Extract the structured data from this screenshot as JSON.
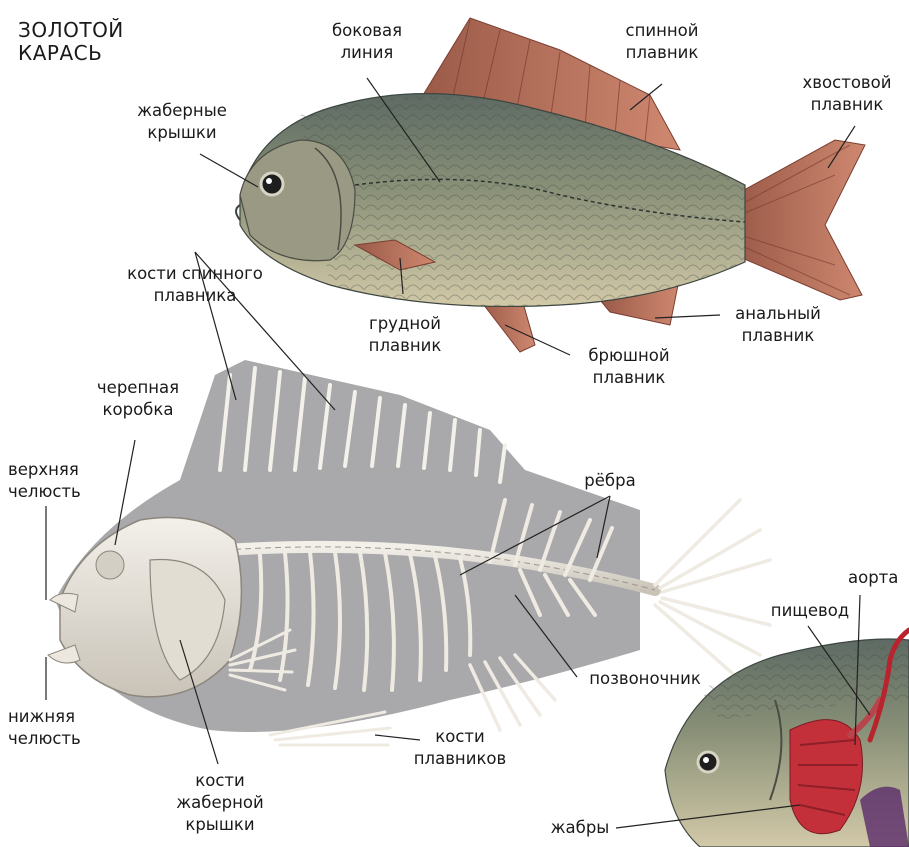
{
  "title": [
    "ЗОЛОТОЙ",
    "КАРАСЬ"
  ],
  "labels": {
    "lateral_line": [
      "боковая",
      "линия"
    ],
    "dorsal_fin": [
      "спинной",
      "плавник"
    ],
    "caudal_fin": [
      "хвостовой",
      "плавник"
    ],
    "gill_covers": [
      "жаберные",
      "крышки"
    ],
    "dorsal_fin_bones": [
      "кости спинного",
      "плавника"
    ],
    "pectoral_fin": [
      "грудной",
      "плавник"
    ],
    "anal_fin": [
      "анальный",
      "плавник"
    ],
    "pelvic_fin": [
      "брюшной",
      "плавник"
    ],
    "skull": [
      "черепная",
      "коробка"
    ],
    "upper_jaw": [
      "верхняя",
      "челюсть"
    ],
    "ribs": [
      "рёбра"
    ],
    "aorta": [
      "аорта"
    ],
    "esophagus": [
      "пищевод"
    ],
    "spine": [
      "позвоночник"
    ],
    "lower_jaw": [
      "нижняя",
      "челюсть"
    ],
    "fin_bones": [
      "кости",
      "плавников"
    ],
    "gill_cover_bones": [
      "кости",
      "жаберной",
      "крышки"
    ],
    "gills": [
      "жабры"
    ]
  },
  "colors": {
    "body": "#8a9178",
    "body_dark": "#5f6a66",
    "belly": "#c9c2a2",
    "fin": "#b86a50",
    "bone": "#ece8df",
    "bone_shadow": "#b9b3a8",
    "backdrop": "#a9a9ab",
    "gill_red": "#c4303a",
    "leader": "#222222"
  }
}
